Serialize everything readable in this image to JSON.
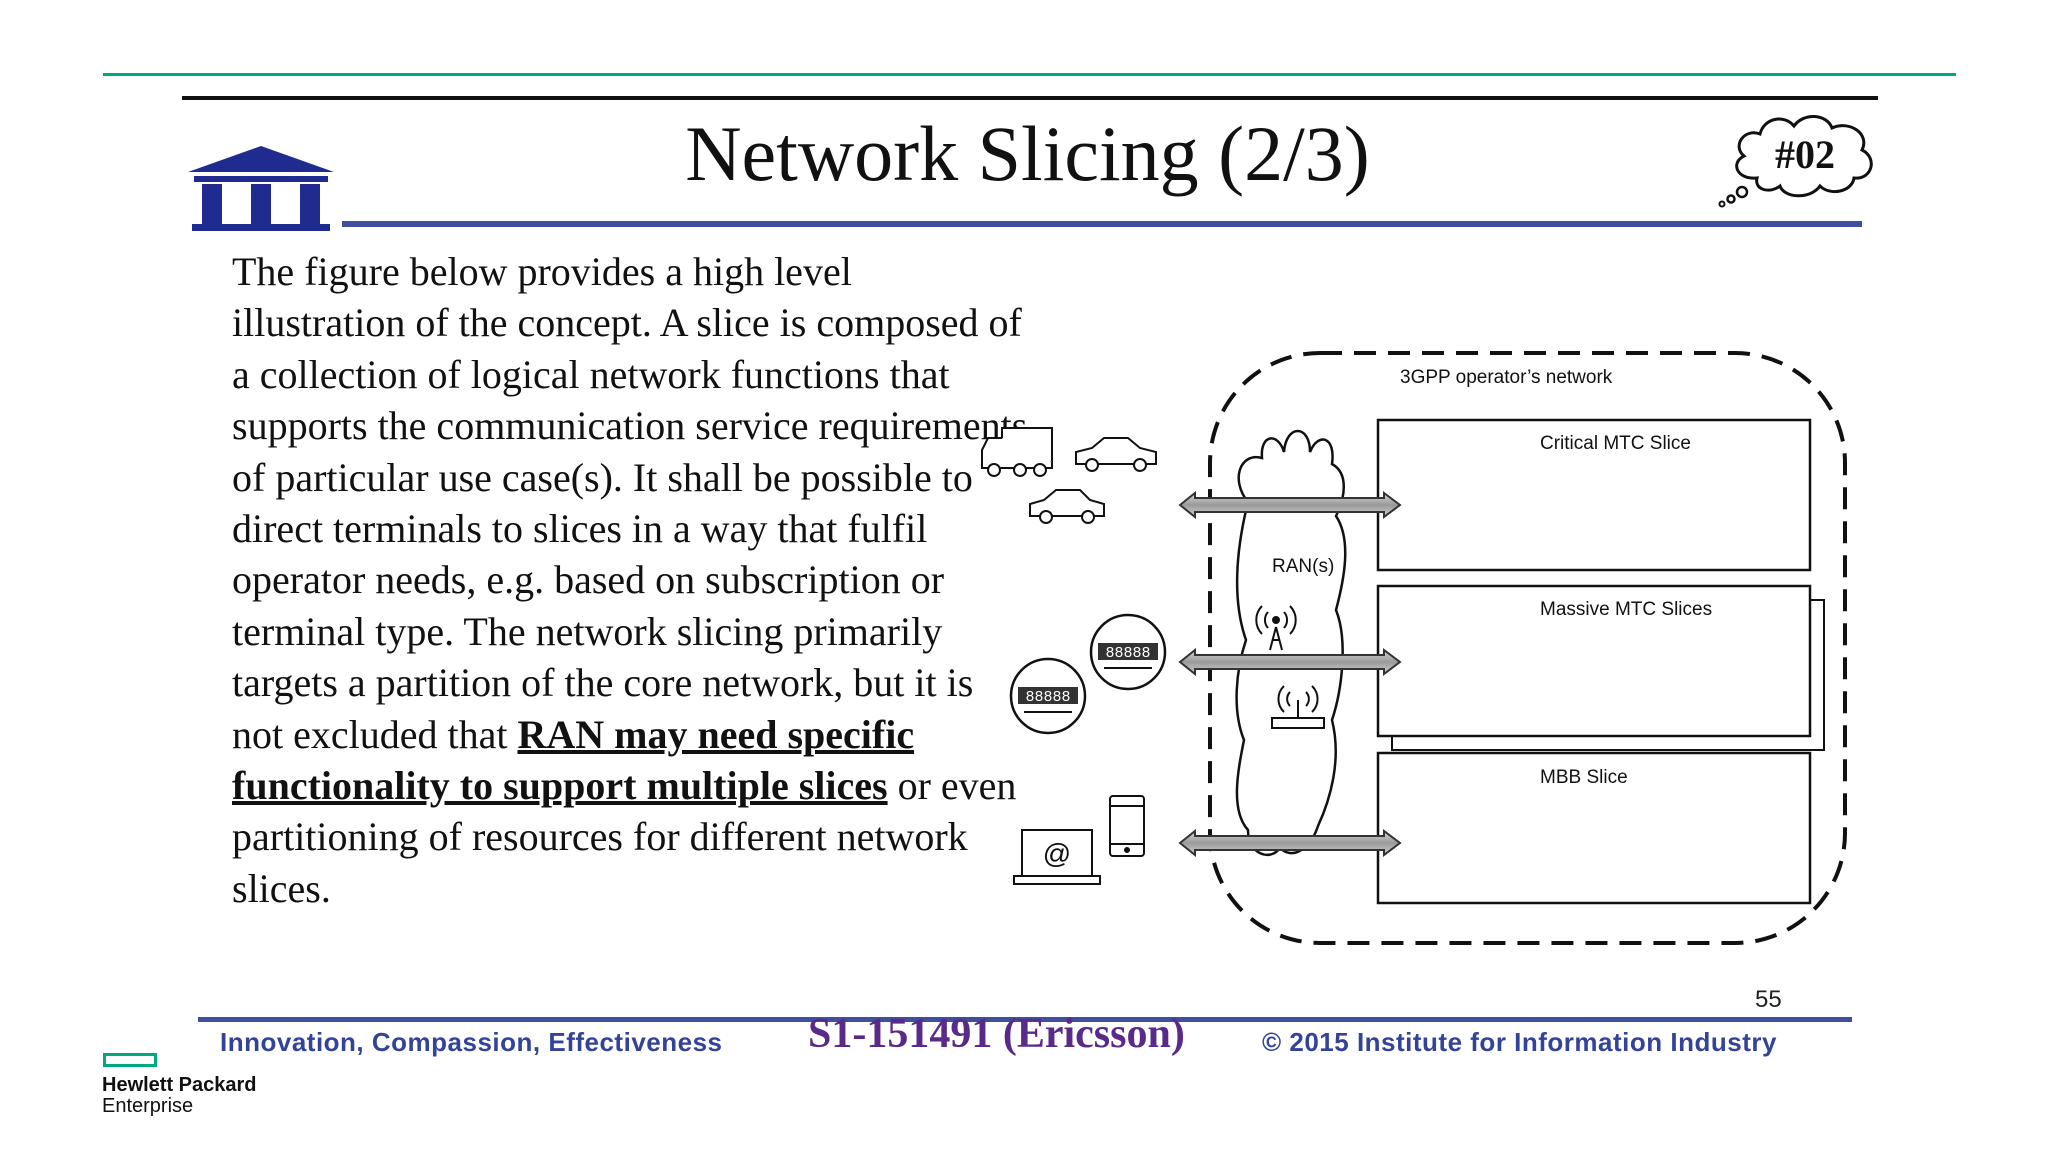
{
  "slide": {
    "title": "Network Slicing (2/3)",
    "badge": "#02",
    "body_before": "The figure below provides a high level illustration of the concept. A slice is composed of a collection of logical network functions that supports the communication service requirements of particular use case(s). It shall be possible to direct terminals to slices in a way that fulfil operator needs, e.g. based on subscription or terminal type. The network slicing primarily targets a partition of the core network, but it is not excluded that",
    "body_highlight": "RAN may need specific functionality to support multiple slices",
    "body_after": "or even partitioning of resources for different network slices.",
    "page_number": "55"
  },
  "diagram": {
    "network_label": "3GPP operator’s network",
    "ran_label": "RAN(s)",
    "meter_reading": "88888",
    "email_symbol": "@",
    "slices": [
      {
        "label": "Critical MTC Slice"
      },
      {
        "label": "Massive MTC Slices"
      },
      {
        "label": "MBB Slice"
      }
    ]
  },
  "footer": {
    "motto": "Innovation, Compassion, Effectiveness",
    "source": "S1-151491 (Ericsson)",
    "copyright": "© 2015 Institute for Information Industry"
  },
  "brand": {
    "name": "Hewlett Packard",
    "sub": "Enterprise",
    "accent_color": "#01a982",
    "rule_color": "#3d4f9d"
  }
}
